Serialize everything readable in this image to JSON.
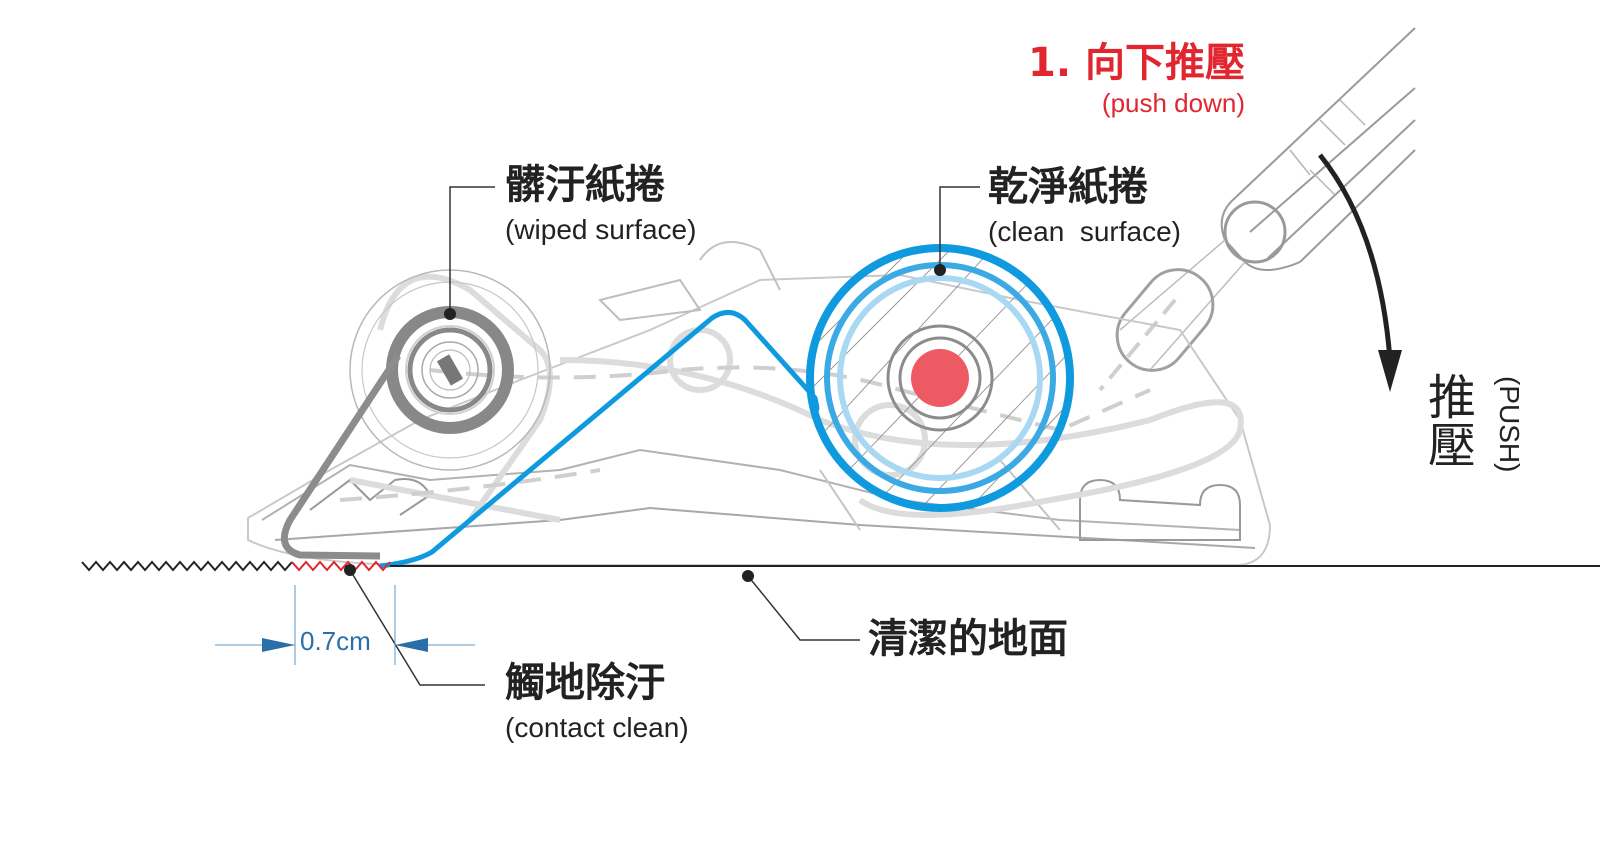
{
  "title": {
    "step": "1. 向下推壓",
    "step_en": "(push down)"
  },
  "labels": {
    "wiped_roll": {
      "zh": "髒汙紙捲",
      "en": "(wiped surface)"
    },
    "clean_roll": {
      "zh": "乾淨紙捲",
      "en": "(clean  surface)"
    },
    "push": {
      "zh": "推壓",
      "en": "(PUSH)"
    },
    "contact": {
      "zh": "觸地除汙",
      "en": "(contact clean)"
    },
    "floor": {
      "zh": "清潔的地面"
    },
    "dimension": "0.7cm"
  },
  "colors": {
    "red": "#e0262f",
    "blue": "#0f9ae0",
    "light_blue": "#a9d8f2",
    "dim_blue": "#2a6fa8",
    "gray": "#8c8c8c",
    "light_gray": "#d8d8d8",
    "dark": "#222222",
    "hub_red": "#ee5a64"
  }
}
